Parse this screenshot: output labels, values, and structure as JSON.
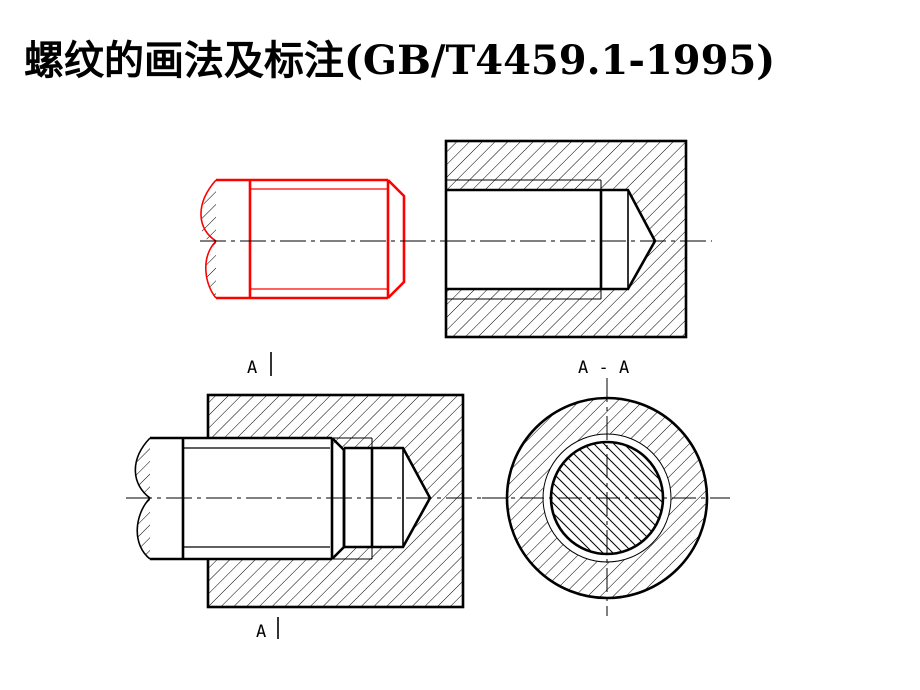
{
  "slide": {
    "title": "螺纹的画法及标注(GB/T4459.1-1995)"
  },
  "labels": {
    "section_top": "A",
    "section_bottom": "A",
    "section_view": "A - A"
  },
  "colors": {
    "external_thread": "#ff0000",
    "lines": "#000000",
    "hatch": "#000000"
  }
}
